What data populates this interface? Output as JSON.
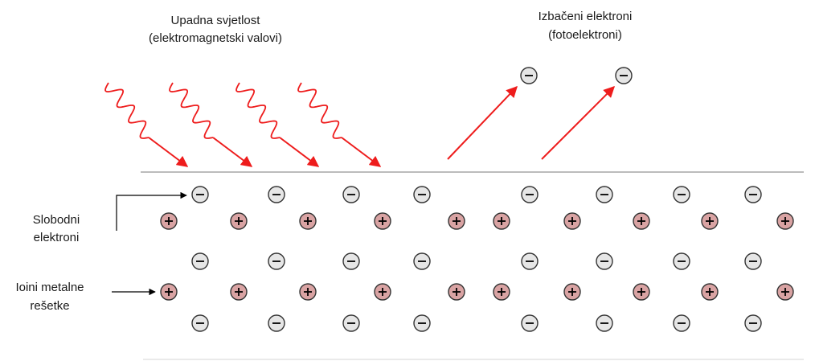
{
  "labels": {
    "incident_light_line1": "Upadna svjetlost",
    "incident_light_line2": "(elektromagnetski valovi)",
    "ejected_line1": "Izbačeni elektroni",
    "ejected_line2": "(fotoelektroni)",
    "free_electrons_line1": "Slobodni",
    "free_electrons_line2": "elektroni",
    "ions_line1": "Ioini metalne",
    "ions_line2": "rešetke"
  },
  "symbols": {
    "electron": "⊖",
    "ion": "⊕"
  },
  "colors": {
    "wave": "#ee1c1c",
    "electron_fill": "#e6e6e6",
    "ion_fill": "#d9a3a3",
    "surface": "#b3b3b3",
    "outline": "#333333"
  },
  "counts": {
    "incident_waves": 4,
    "ejected_electrons": 2,
    "electron_rows": 3,
    "ion_rows": 2
  }
}
